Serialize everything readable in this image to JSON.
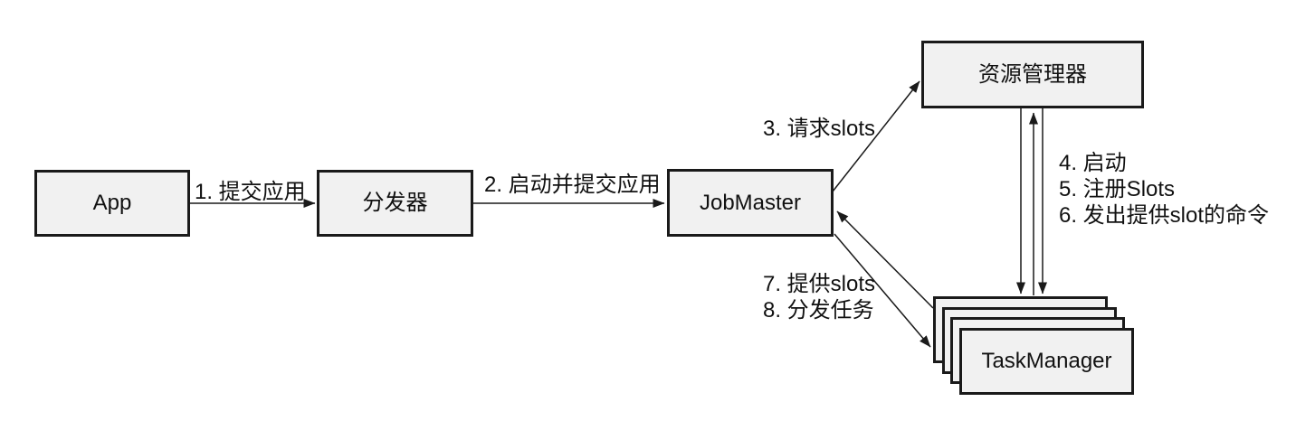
{
  "diagram_type": "flow-architecture",
  "nodes": {
    "app": {
      "label": "App"
    },
    "dispatcher": {
      "label": "分发器"
    },
    "job_master": {
      "label": "JobMaster"
    },
    "resource_manager": {
      "label": "资源管理器"
    },
    "task_manager": {
      "label": "TaskManager",
      "stack_count": 4
    }
  },
  "edges": {
    "e1": {
      "label": "1. 提交应用",
      "from": "app",
      "to": "dispatcher"
    },
    "e2": {
      "label": "2. 启动并提交应用",
      "from": "dispatcher",
      "to": "job_master"
    },
    "e3": {
      "label": "3. 请求slots",
      "from": "job_master",
      "to": "resource_manager"
    },
    "e4": {
      "label": "4. 启动",
      "from": "resource_manager",
      "to": "task_manager"
    },
    "e5": {
      "label": "5. 注册Slots",
      "from": "task_manager",
      "to": "resource_manager"
    },
    "e6": {
      "label": "6. 发出提供slot的命令",
      "from": "resource_manager",
      "to": "task_manager"
    },
    "e7": {
      "label": "7. 提供slots",
      "from": "task_manager",
      "to": "job_master"
    },
    "e8": {
      "label": "8. 分发任务",
      "from": "job_master",
      "to": "task_manager"
    }
  },
  "colors": {
    "background": "#ffffff",
    "node_fill": "#f1f1f1",
    "node_border": "#1a1a1a",
    "line": "#1a1a1a",
    "text": "#111111"
  }
}
